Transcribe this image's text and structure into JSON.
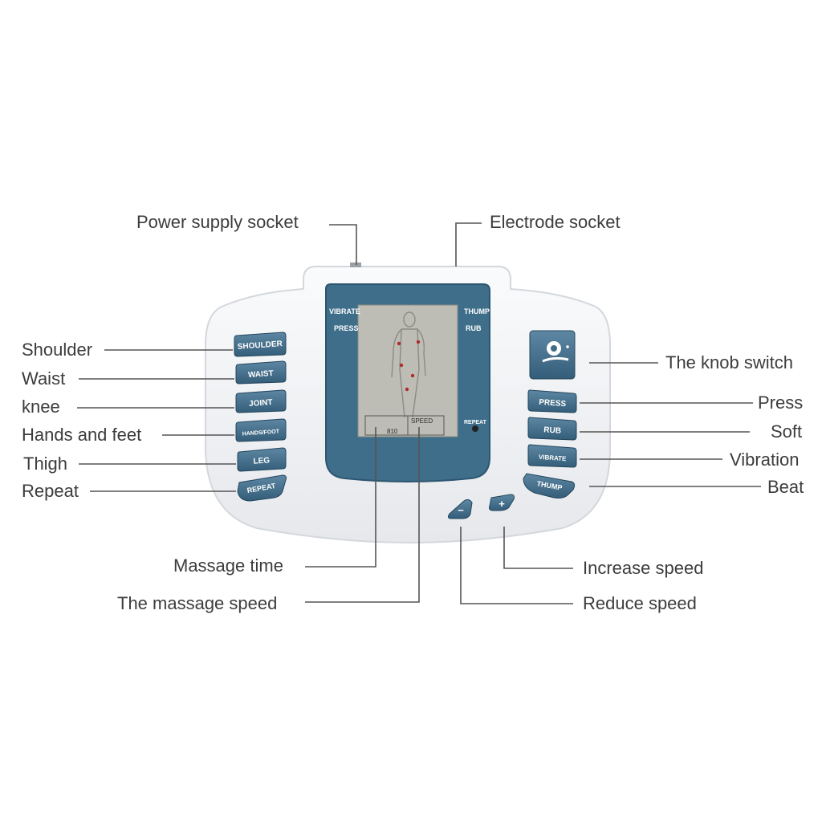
{
  "callouts": {
    "power_supply_socket": "Power supply socket",
    "electrode_socket": "Electrode socket",
    "shoulder": "Shoulder",
    "waist": "Waist",
    "knee": "knee",
    "hands_and_feet": "Hands and feet",
    "thigh": "Thigh",
    "repeat": "Repeat",
    "knob_switch": "The knob switch",
    "press": "Press",
    "soft": "Soft",
    "vibration": "Vibration",
    "beat": "Beat",
    "massage_time": "Massage time",
    "massage_speed": "The massage speed",
    "increase_speed": "Increase speed",
    "reduce_speed": "Reduce speed"
  },
  "device": {
    "left_buttons": [
      "SHOULDER",
      "WAIST",
      "JOINT",
      "HANDS/FOOT",
      "LEG",
      "REPEAT"
    ],
    "right_buttons": [
      "PRESS",
      "RUB",
      "VIBRATE",
      "THUMP"
    ],
    "lcd": {
      "top_left": [
        "VIBRATE",
        "PRESS"
      ],
      "top_right": [
        "THUMP",
        "RUB"
      ],
      "repeat": "REPEAT",
      "time_box": "810",
      "speed_box": "SPEED"
    },
    "minus_symbol": "−",
    "plus_symbol": "+"
  },
  "colors": {
    "button_blue": "#3f6b86",
    "screen_frame": "#3e6e8a",
    "lcd_bg": "#bdbdb5",
    "body": "#f2f3f5",
    "leader_line": "#555555"
  }
}
